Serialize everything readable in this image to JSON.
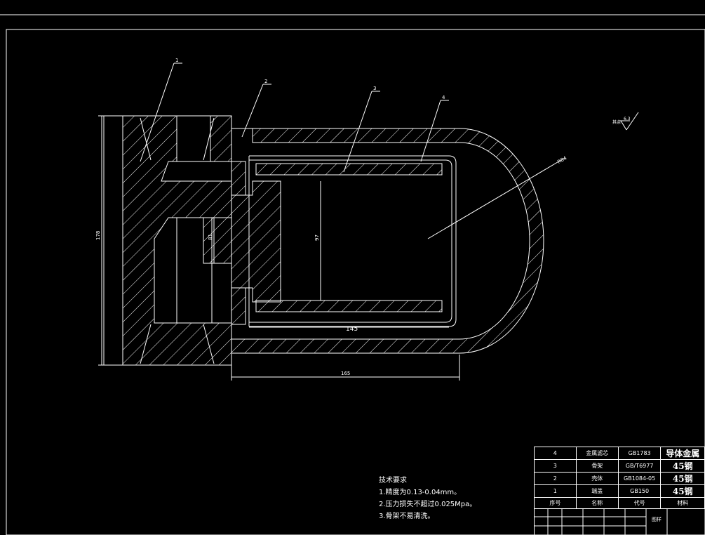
{
  "balloons": [
    "1",
    "2",
    "3",
    "4"
  ],
  "dimensions": {
    "overall_height": "178",
    "inner_bore": "81",
    "cavity_height": "97",
    "inner_length": "145",
    "overall_length": "165",
    "radius": "R84"
  },
  "roughness": {
    "symbol": "其余",
    "value": "6.3"
  },
  "tech_notes": {
    "title": "技术要求",
    "items": [
      "1.精度为0.13-0.04mm。",
      "2.压力损失不超过0.025Mpa。",
      "3.骨架不易清洗。"
    ]
  },
  "bom": {
    "rows": [
      {
        "no": "4",
        "name": "金属滤芯",
        "code": "GB1783",
        "material": "导体金属"
      },
      {
        "no": "3",
        "name": "骨架",
        "code": "GB/T6977",
        "material": "45钢"
      },
      {
        "no": "2",
        "name": "壳体",
        "code": "GB1084-05",
        "material": "45钢"
      },
      {
        "no": "1",
        "name": "端盖",
        "code": "GB150",
        "material": "45钢"
      }
    ],
    "header": {
      "no": "序号",
      "name": "名称",
      "code": "代号",
      "material": "材料"
    },
    "footer_label": "图样"
  }
}
